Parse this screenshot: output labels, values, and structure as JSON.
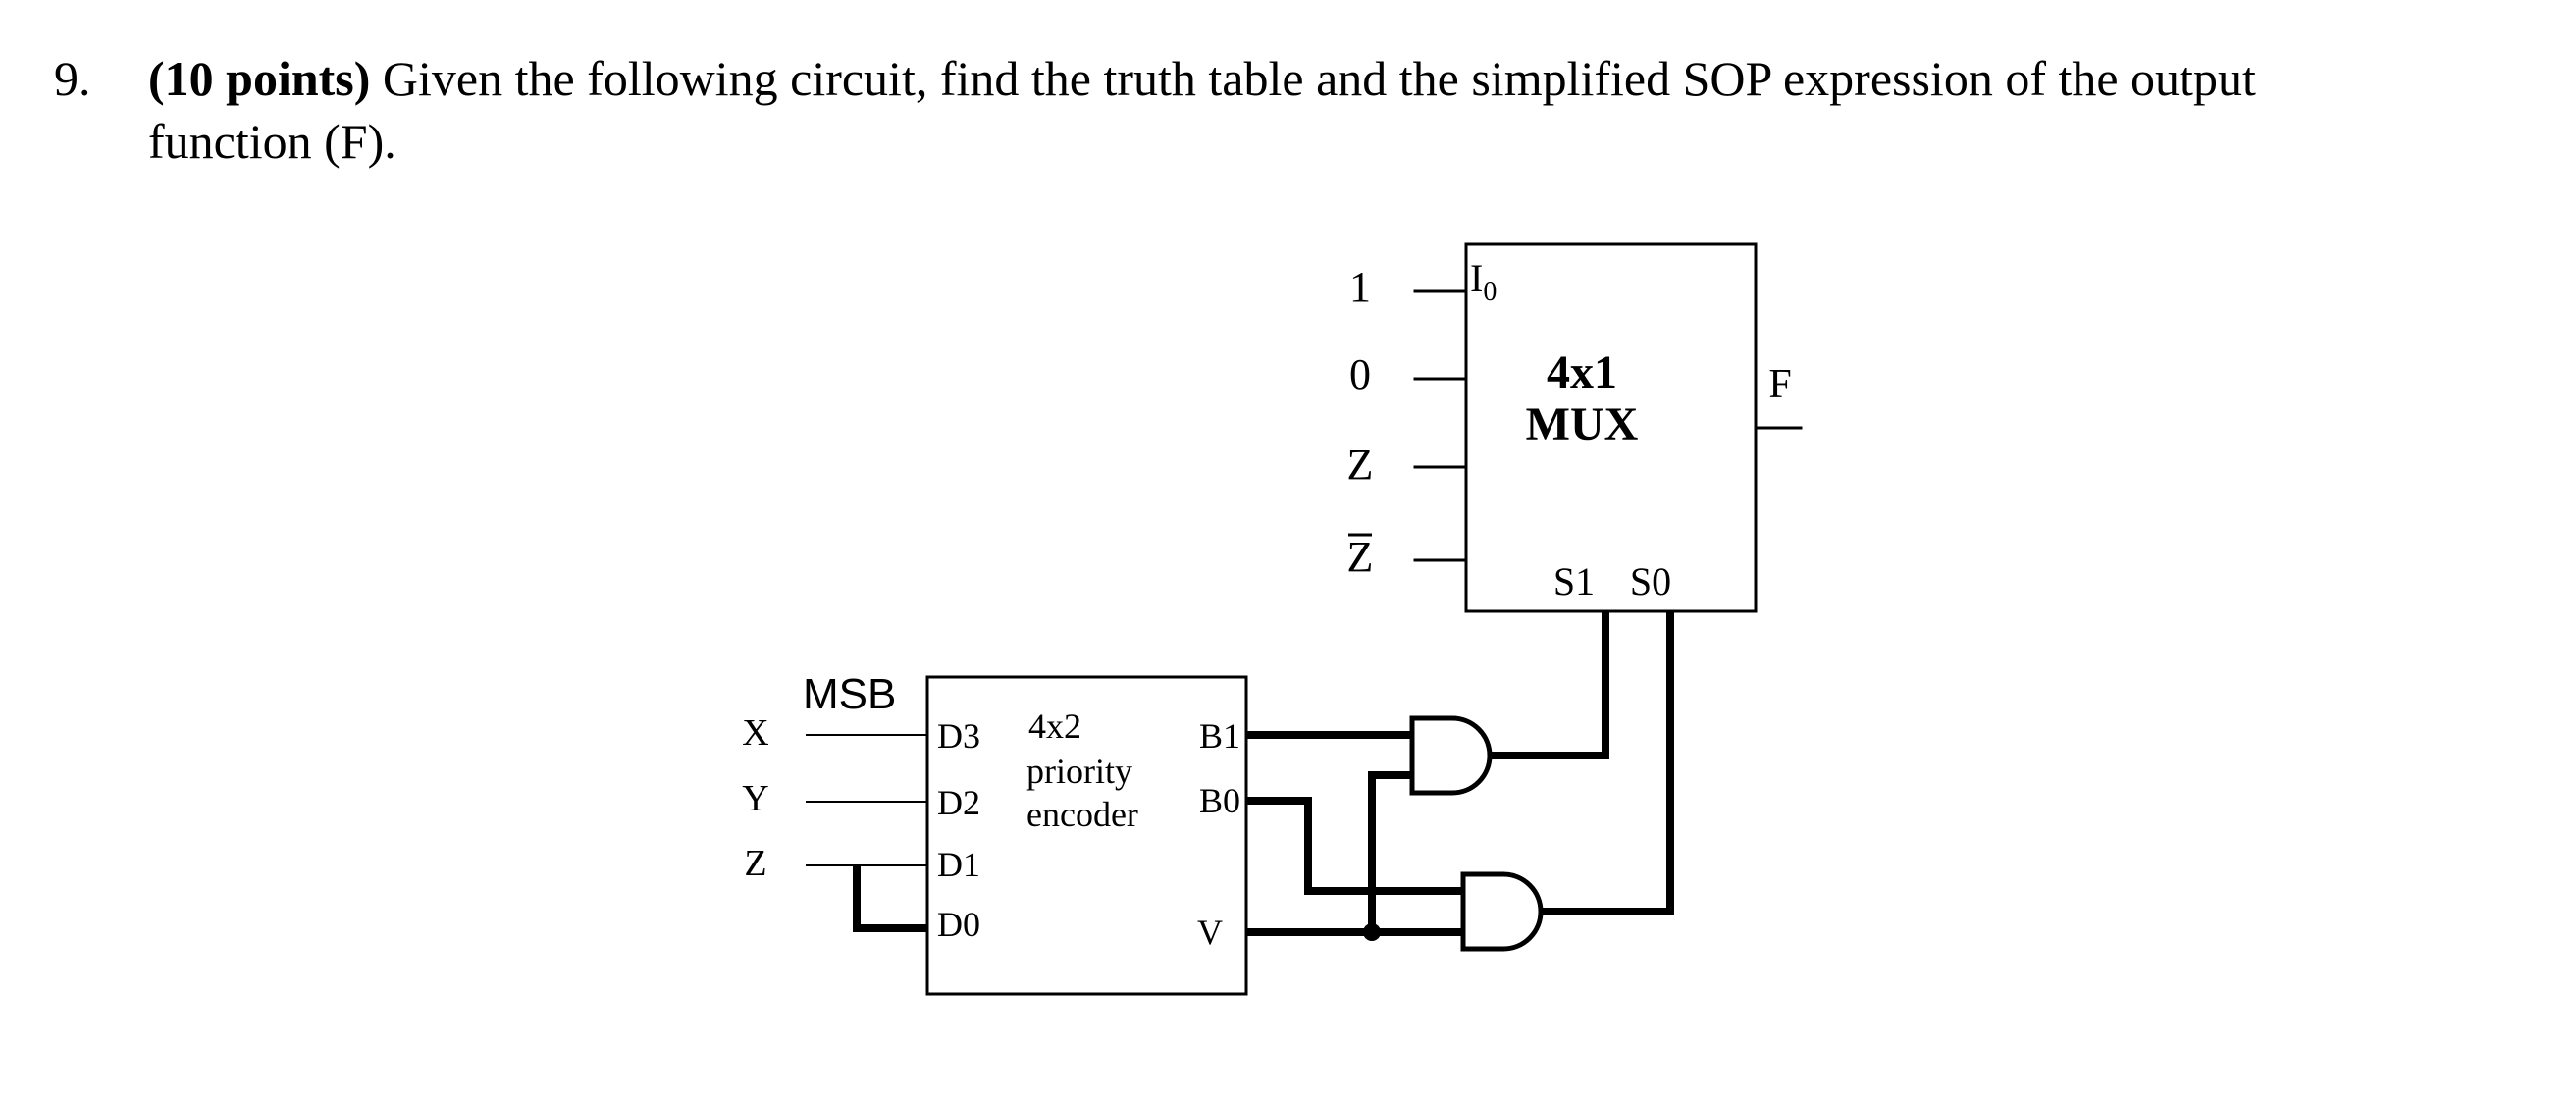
{
  "question": {
    "number": "9.",
    "points": "(10 points)",
    "line1": " Given the following circuit, find the truth table and the simplified SOP expression of the output",
    "line2": "function (F)."
  },
  "circuit": {
    "mux_inputs": {
      "i0": "1",
      "i1": "0",
      "i2": "Z",
      "i3": "Z",
      "i3_overbar": true
    },
    "mux_i0_label": "I",
    "mux_i0_sub": "0",
    "mux_title_1": "4x1",
    "mux_title_2": "MUX",
    "mux_s1": "S1",
    "mux_s0": "S0",
    "mux_output": "F",
    "msb_label": "MSB",
    "inputs": {
      "x": "X",
      "y": "Y",
      "z": "Z"
    },
    "encoder_pins": {
      "d3": "D3",
      "d2": "D2",
      "d1": "D1",
      "d0": "D0",
      "b1": "B1",
      "b0": "B0",
      "v": "V"
    },
    "encoder_title_1": "4x2",
    "encoder_title_2": "priority",
    "encoder_title_3": "encoder"
  }
}
